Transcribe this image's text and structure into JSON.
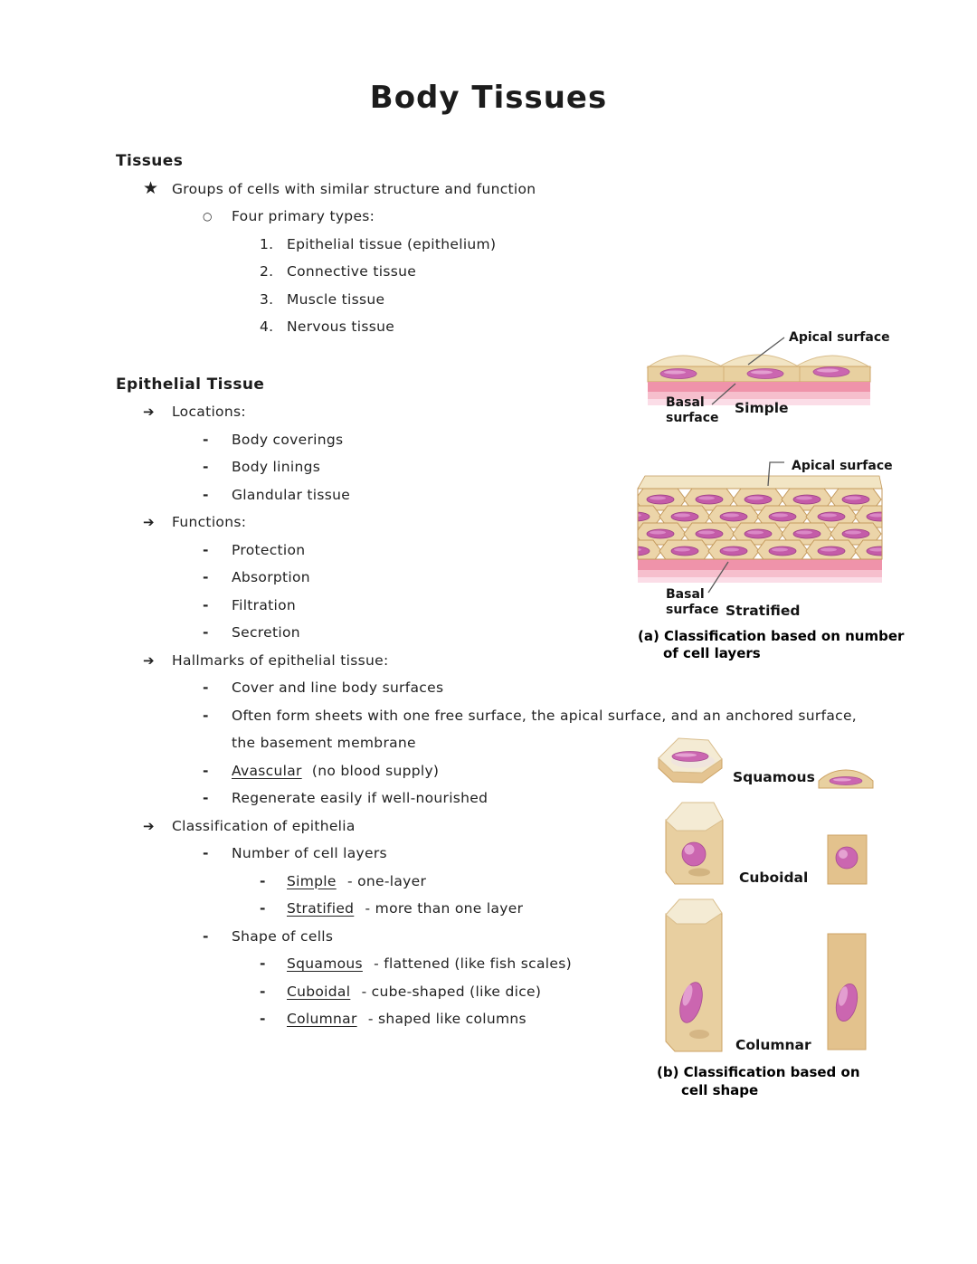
{
  "title": "Body Tissues",
  "bullets": {
    "star": "★",
    "circle": "○",
    "arrow": "➔",
    "dash": "-"
  },
  "tissues": {
    "heading": "Tissues",
    "definition": "Groups of cells with similar structure and function",
    "types_label": "Four primary types:",
    "types": [
      {
        "num": "1.",
        "label": "Epithelial tissue (epithelium)"
      },
      {
        "num": "2.",
        "label": "Connective tissue"
      },
      {
        "num": "3.",
        "label": "Muscle tissue"
      },
      {
        "num": "4.",
        "label": "Nervous tissue"
      }
    ]
  },
  "epithelial": {
    "heading": "Epithelial Tissue",
    "locations": {
      "label": "Locations:",
      "items": [
        "Body coverings",
        "Body linings",
        "Glandular tissue"
      ]
    },
    "functions": {
      "label": "Functions:",
      "items": [
        "Protection",
        "Absorption",
        "Filtration",
        "Secretion"
      ]
    },
    "hallmarks": {
      "label": "Hallmarks of epithelial tissue:",
      "item1": "Cover and line body surfaces",
      "item2": "Often form sheets with one free surface, the apical surface, and an anchored surface, the basement membrane",
      "item3_term": "Avascular",
      "item3_rest": "(no blood supply)",
      "item4": "Regenerate easily if well-nourished"
    },
    "classification": {
      "label": "Classification of epithelia",
      "layers_label": "Number of cell layers",
      "layers": [
        {
          "term": "Simple",
          "rest": "- one-layer"
        },
        {
          "term": "Stratified",
          "rest": "- more than one layer"
        }
      ],
      "shapes_label": "Shape of cells",
      "shapes": [
        {
          "term": "Squamous",
          "rest": "- flattened (like fish scales)"
        },
        {
          "term": "Cuboidal",
          "rest": "- cube-shaped (like dice)"
        },
        {
          "term": "Columnar",
          "rest": "- shaped like columns"
        }
      ]
    }
  },
  "figure_a": {
    "apical_label": "Apical surface",
    "basal_line1": "Basal",
    "basal_line2": "surface",
    "simple_label": "Simple",
    "stratified_label": "Stratified",
    "caption_line1": "(a) Classification based on number",
    "caption_line2": "of cell layers"
  },
  "figure_b": {
    "squamous_label": "Squamous",
    "cuboidal_label": "Cuboidal",
    "columnar_label": "Columnar",
    "caption_line1": "(b) Classification based on",
    "caption_line2": "cell shape"
  },
  "colors": {
    "cell_body": "#e8cfa0",
    "cell_top": "#f4ebd4",
    "cell_edge": "#cda365",
    "nucleus": "#cb66b0",
    "nucleus_edge": "#a84c92",
    "basement_membrane": "#ef93aa",
    "ink": "#222222"
  }
}
